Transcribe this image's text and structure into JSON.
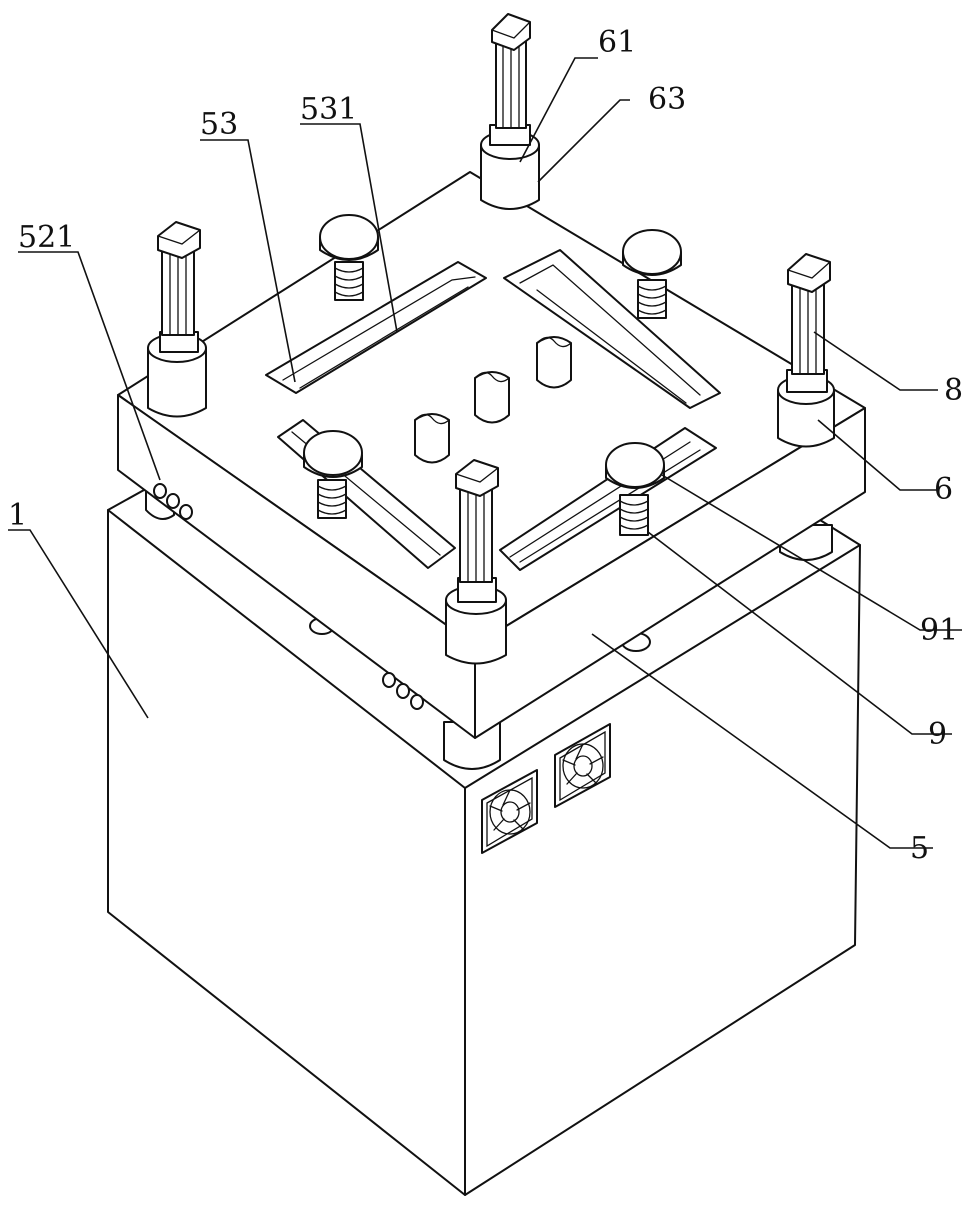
{
  "labels": {
    "l1": "1",
    "l5": "5",
    "l6": "6",
    "l8": "8",
    "l9": "9",
    "l53": "53",
    "l61": "61",
    "l63": "63",
    "l91": "91",
    "l521": "521",
    "l531": "531"
  }
}
